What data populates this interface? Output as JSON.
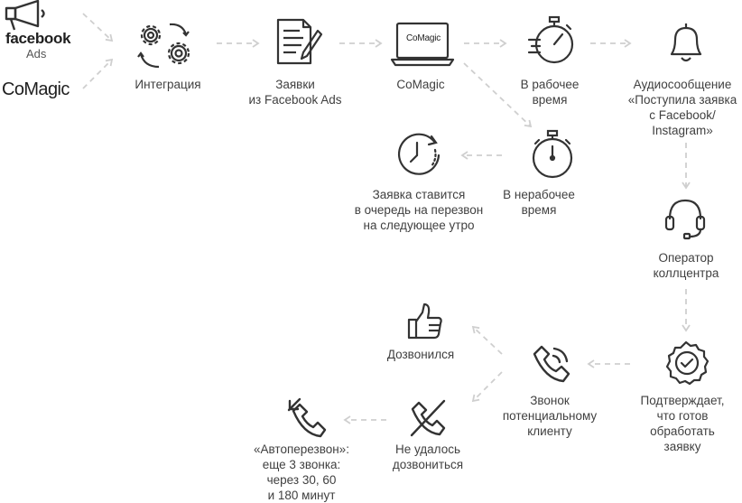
{
  "sources": {
    "facebook": "facebook",
    "ads": "Ads",
    "comagic": "CoMagic"
  },
  "nodes": {
    "integration": "Интеграция",
    "requests": [
      "Заявки",
      "из Facebook Ads"
    ],
    "comagic": "CoMagic",
    "comagic_screen": "CoMagic",
    "work_time": [
      "В рабочее",
      "время"
    ],
    "audio": [
      "Аудиосообщение",
      "«Поступила заявка",
      "с Facebook/",
      "Instagram»"
    ],
    "off_time": [
      "В нерабочее",
      "время"
    ],
    "queue": [
      "Заявка ставится",
      "в очередь на перезвон",
      "на следующее утро"
    ],
    "operator": [
      "Оператор",
      "коллцентра"
    ],
    "confirms": [
      "Подтверждает,",
      "что готов",
      "обработать",
      "заявку"
    ],
    "call": [
      "Звонок",
      "потенциальному",
      "клиенту"
    ],
    "reached": "Дозвонился",
    "failed": [
      "Не удалось",
      "дозвониться"
    ],
    "redial": [
      "«Автоперезвон»:",
      "еще 3 звонка:",
      "через 30, 60",
      "и 180 минут"
    ]
  },
  "colors": {
    "icon": "#333333",
    "arrow": "#cfcfcf",
    "text": "#404040"
  }
}
